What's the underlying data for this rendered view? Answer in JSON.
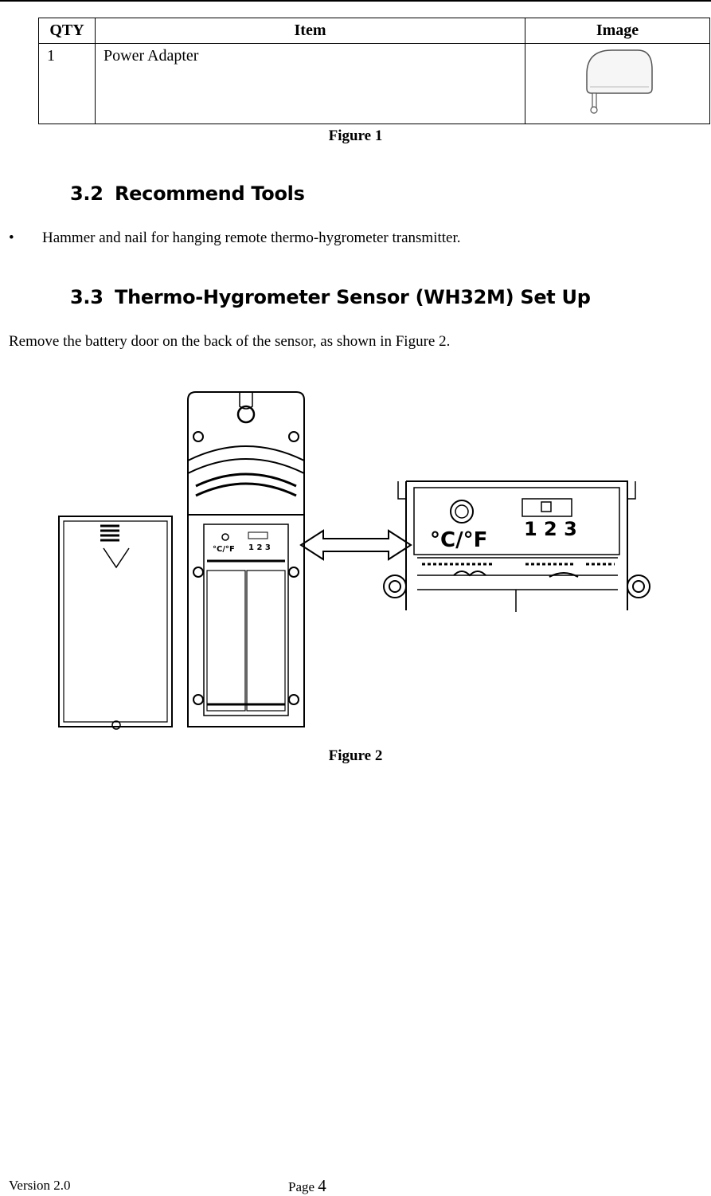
{
  "table": {
    "headers": [
      "QTY",
      "Item",
      "Image"
    ],
    "rows": [
      {
        "qty": "1",
        "item": "Power Adapter",
        "image_icon": "power-adapter-image"
      }
    ]
  },
  "figure1_caption": "Figure 1",
  "section_3_2": {
    "number": "3.2",
    "title": "Recommend Tools"
  },
  "tools_list": [
    "Hammer and nail for hanging remote thermo-hygrometer transmitter."
  ],
  "section_3_3": {
    "number": "3.3",
    "title": "Thermo-Hygrometer Sensor (WH32M) Set Up"
  },
  "setup_text": "Remove the battery door on the back of the sensor, as shown in Figure 2.",
  "figure2": {
    "small_unit_label": "°C/°F",
    "small_channel_label": "1 2 3",
    "zoom_unit_label": "°C/°F",
    "zoom_channel_label": "1 2 3"
  },
  "figure2_caption": "Figure 2",
  "footer": {
    "version": "Version 2.0",
    "page_label": "Page",
    "page_number": "4"
  }
}
